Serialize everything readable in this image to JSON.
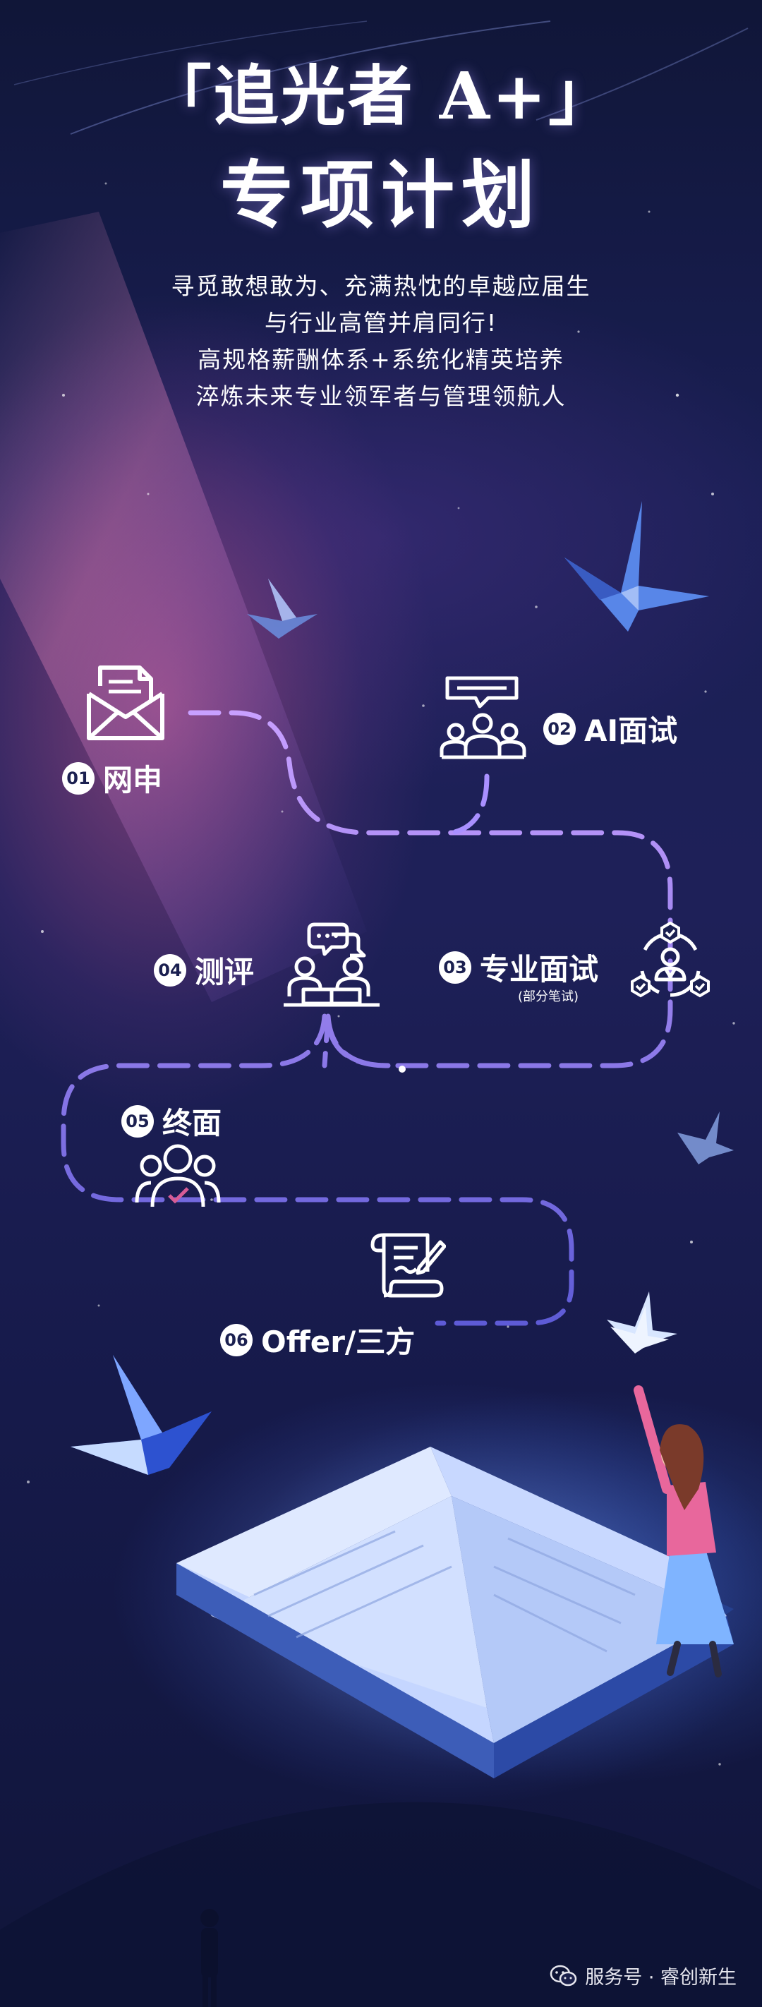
{
  "header": {
    "title_line1": "「追光者 A+」",
    "title_line2": "专项计划"
  },
  "intro": {
    "lines": [
      "寻觅敢想敢为、充满热忱的卓越应届生",
      "与行业高管并肩同行!",
      "高规格薪酬体系+系统化精英培养",
      "淬炼未来专业领军者与管理领航人"
    ]
  },
  "steps": [
    {
      "num": "01",
      "label": "网申",
      "icon": "envelope-icon"
    },
    {
      "num": "02",
      "label": "AI面试",
      "icon": "audience-icon"
    },
    {
      "num": "03",
      "label": "专业面试",
      "note": "(部分笔试)",
      "icon": "team-hub-icon"
    },
    {
      "num": "04",
      "label": "测评",
      "icon": "discussion-icon"
    },
    {
      "num": "05",
      "label": "终面",
      "icon": "group-check-icon"
    },
    {
      "num": "06",
      "label": "Offer/三方",
      "icon": "contract-icon"
    }
  ],
  "footer": {
    "watermark": "服务号 · 睿创新生"
  },
  "colors": {
    "path_start": "#c8a0ff",
    "path_end": "#5e5bd6",
    "accent_pink": "#d65c96"
  }
}
